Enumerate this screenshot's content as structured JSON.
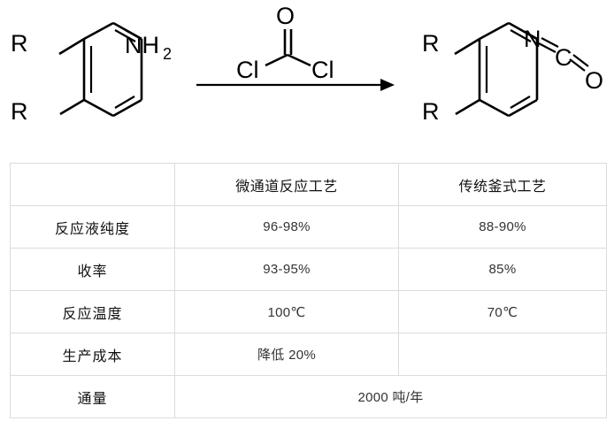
{
  "scheme": {
    "name": "aniline-to-isocyanate-phosgenation",
    "reactant": {
      "substituent_top": "R",
      "substituent_bottom": "R",
      "functional_group": "NH",
      "functional_group_subscript": "2"
    },
    "reagent": {
      "oxygen": "O",
      "chlorine_left": "Cl",
      "chlorine_right": "Cl"
    },
    "product": {
      "substituent_top": "R",
      "substituent_bottom": "R",
      "nitrogen": "N",
      "carbon": "C",
      "oxygen": "O"
    }
  },
  "table": {
    "headers": {
      "metric": "",
      "microchannel": "微通道反应工艺",
      "traditional": "传统釜式工艺"
    },
    "rows": [
      {
        "metric": "反应液纯度",
        "microchannel": "96-98%",
        "traditional": "88-90%"
      },
      {
        "metric": "收率",
        "microchannel": "93-95%",
        "traditional": "85%"
      },
      {
        "metric": "反应温度",
        "microchannel": "100℃",
        "traditional": "70℃"
      },
      {
        "metric": "生产成本",
        "microchannel": "降低 20%",
        "traditional": ""
      }
    ],
    "merged_row": {
      "metric": "通量",
      "value": "2000 吨/年"
    }
  },
  "colors": {
    "border": "#dcdcdc",
    "text": "#111111",
    "value_text": "#333333",
    "bond": "#000000",
    "background": "#ffffff"
  }
}
